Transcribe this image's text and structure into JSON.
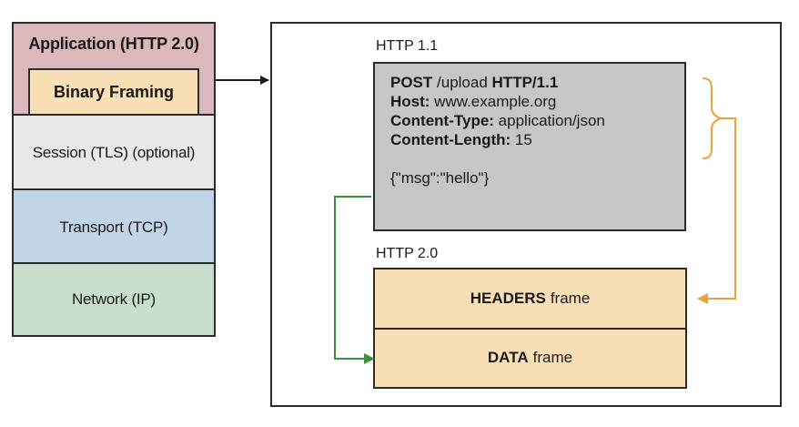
{
  "stack": {
    "application_label": "Application (HTTP 2.0)",
    "binary_framing_label": "Binary Framing",
    "session_label": "Session (TLS) (optional)",
    "transport_label": "Transport (TCP)",
    "network_label": "Network (IP)"
  },
  "http11": {
    "section_label": "HTTP 1.1",
    "request_line": {
      "method": "POST",
      "path": " /upload ",
      "version": "HTTP/1.1"
    },
    "headers": [
      {
        "name": "Host:",
        "value": " www.example.org"
      },
      {
        "name": "Content-Type:",
        "value": " application/json"
      },
      {
        "name": "Content-Length:",
        "value": " 15"
      }
    ],
    "body": "{\"msg\":\"hello\"}"
  },
  "http2": {
    "section_label": "HTTP 2.0",
    "headers_frame": {
      "bold": "HEADERS",
      "rest": "frame"
    },
    "data_frame": {
      "bold": "DATA",
      "rest": "frame"
    }
  },
  "colors": {
    "application": "#dbb8bb",
    "binary_framing": "#f8dfb6",
    "session": "#e8e8e8",
    "transport": "#c2d5e8",
    "network": "#c7dfcc",
    "http11_box": "#c6c6c6",
    "frames": "#f8dfb6",
    "headers_connector": "#e8a23e",
    "data_connector": "#3f8f3f",
    "stroke": "#2b2b2b"
  }
}
